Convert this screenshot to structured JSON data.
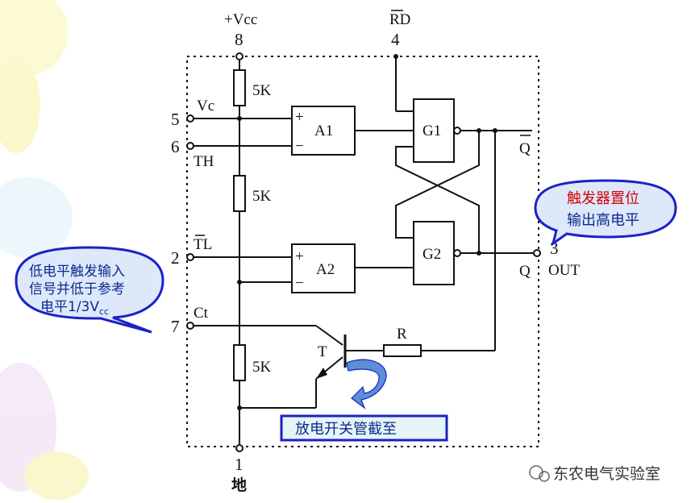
{
  "pins": {
    "vcc": {
      "number": "8",
      "label": "+Vcc"
    },
    "rd": {
      "number": "4",
      "label": "RD"
    },
    "vc": {
      "number": "5",
      "label": "Vc"
    },
    "th": {
      "number": "6",
      "label": "TH"
    },
    "tl": {
      "number": "2",
      "label": "TL"
    },
    "ct": {
      "number": "7",
      "label": "Ct"
    },
    "gnd": {
      "number": "1",
      "label": "地"
    },
    "out": {
      "number": "3",
      "label": "OUT"
    }
  },
  "components": {
    "r_top": "5K",
    "r_mid": "5K",
    "r_bot": "5K",
    "comparator_1": "A1",
    "comparator_2": "A2",
    "gate_1": "G1",
    "gate_2": "G2",
    "transistor": "T",
    "resistor_r": "R",
    "q_bar": "Q",
    "q": "Q",
    "plus": "+",
    "minus": "−"
  },
  "callouts": {
    "trigger": {
      "line1": "低电平触发输入",
      "line2": "信号并低于参考",
      "line3_main": "电平1/3V",
      "line3_sub": "cc"
    },
    "set_high": {
      "line1": "触发器置位",
      "line2": "输出高电平"
    },
    "discharge": "放电开关管截至"
  },
  "watermark": "东农电气实验室",
  "colors": {
    "callout_fill": "#dde8fb",
    "callout_stroke": "#1b21c6",
    "callout_text": "#0b2a8c",
    "callout_red": "#d40000",
    "discharge_fill": "#e6f4f7",
    "arrow_fill": "#5b8fd6",
    "watermark": "#333333"
  }
}
